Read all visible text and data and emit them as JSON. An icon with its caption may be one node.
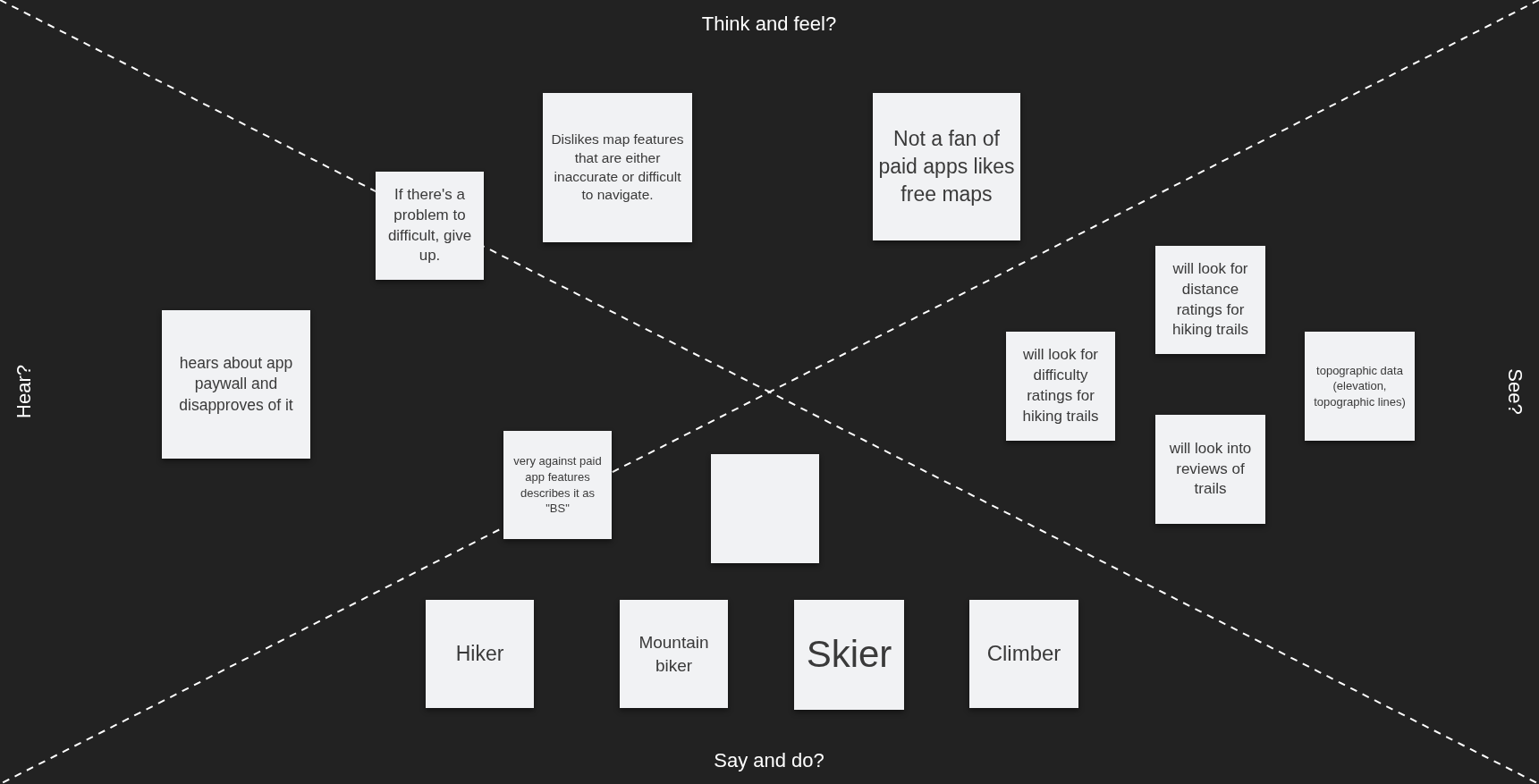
{
  "diagram": {
    "nodes": [
      {
        "text": [
          "Dislikes map features that are either inaccurate or difficult to navigate."
        ]
      },
      {
        "text": [
          "Not a fan of paid apps likes free maps"
        ]
      },
      {
        "text": [
          "If there's a problem to difficult, give up."
        ]
      },
      {
        "text": [
          "will look for distance ratings for hiking trails"
        ]
      },
      {
        "text": [
          "hears about app paywall and disapproves of it"
        ]
      },
      {
        "text": [
          "will look for difficulty ratings for hiking trails"
        ]
      },
      {
        "text": [
          "topographic data (elevation, topographic lines)"
        ]
      },
      {
        "text": [
          "very against paid app features describes it as \"BS\""
        ]
      },
      {
        "text": [
          "will look into reviews of trails"
        ]
      },
      {
        "text": [],
        "shape": "box"
      },
      {
        "text": [
          "Hiker"
        ]
      },
      {
        "text": [
          "Mountain biker"
        ]
      },
      {
        "text": [
          "Skier"
        ]
      },
      {
        "text": [
          "Climber"
        ]
      }
    ],
    "labels": [
      "Think and feel?",
      "Hear?",
      "See?",
      "Say and do?"
    ]
  }
}
